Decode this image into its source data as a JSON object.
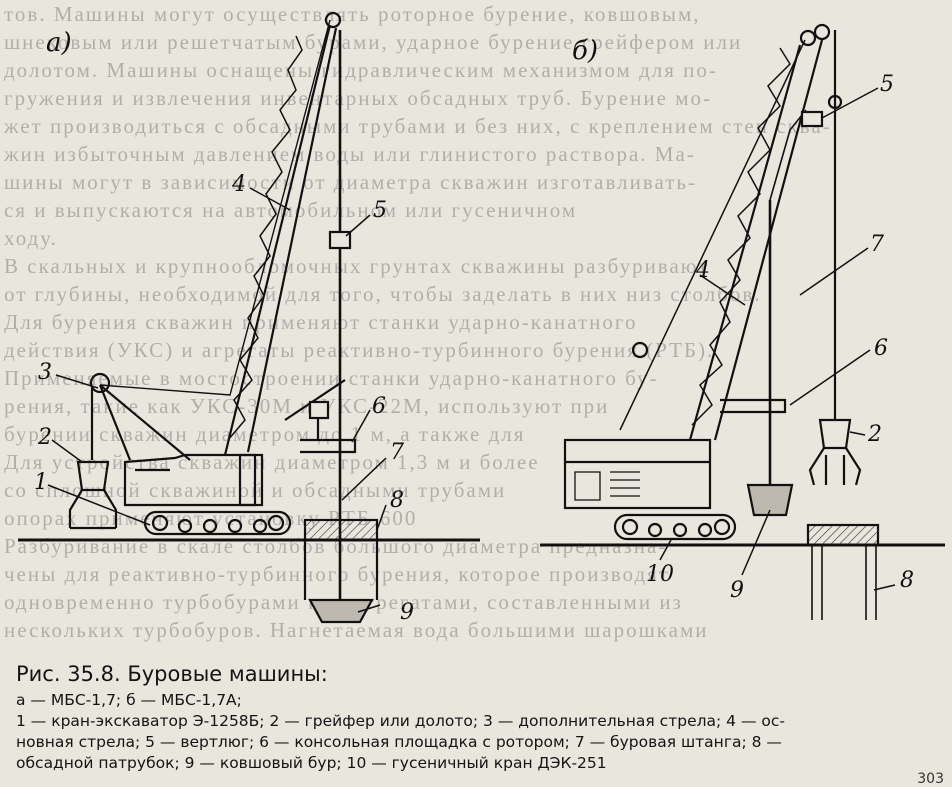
{
  "background_text": [
    "тов. Машины могут осуществлять роторное бурение, ковшовым,",
    "шнековым или решетчатым бурами, ударное бурение грейфером или",
    "долотом. Машины оснащены гидравлическим механизмом для по-",
    "гружения и извлечения инвентарных обсадных труб. Бурение мо-",
    "жет производиться с обсадными трубами и без них, с креплением стен сква-",
    "жин избыточным давлением воды или глинистого раствора. Ма-",
    "шины могут в зависимости от диаметра скважин изготавливать-",
    "ся и выпускаются на автомобильном или гусеничном",
    "ходу.",
    "В скальных и крупнообломочных грунтах скважины разбуривают",
    "от глубины, необходимой для того, чтобы заделать в них низ столбов.",
    "Для бурения скважин применяют станки ударно-канатного",
    "действия (УКС) и агрегаты реактивно-турбинного бурения (РТБ).",
    "Применяемые в мостостроении станки ударно-канатного бу-",
    "рения, такие как УКС-30М и УКС-22М, используют при",
    "бурении скважин диаметром до 1 м, а также для",
    "Для устройства скважин диаметром 1,3 м и более",
    "со сплошной скважиной и обсадными трубами",
    "опорах применяют установку РТБ-600",
    "",
    "Разбуривание в скале столбов большого диаметра предназна-",
    "чены для реактивно-турбинного бурения, которое производят",
    "одновременно турбобурами или агрегатами, составленными из",
    "нескольких турбобуров. Нагнетаемая вода большими шарошками"
  ],
  "figure": {
    "panel_a": "а)",
    "panel_b": "б)",
    "callouts_a": [
      "1",
      "2",
      "3",
      "4",
      "5",
      "6",
      "7",
      "8",
      "9"
    ],
    "callouts_b": [
      "2",
      "4",
      "5",
      "6",
      "7",
      "8",
      "9",
      "10"
    ]
  },
  "caption": {
    "title": "Рис. 35.8. Буровые машины:",
    "lines": [
      "а — МБС-1,7;  б — МБС-1,7А;",
      "1 — кран-экскаватор Э-1258Б;  2 — грейфер или долото;  3 — дополнительная стрела;  4 — ос-",
      "новная стрела;  5 — вертлюг;  6 — консольная площадка с ротором;  7 — буровая штанга;  8 —",
      "обсадной патрубок;  9 — ковшовый бур;  10 — гусеничный кран ДЭК-251"
    ]
  },
  "page_number": "303"
}
